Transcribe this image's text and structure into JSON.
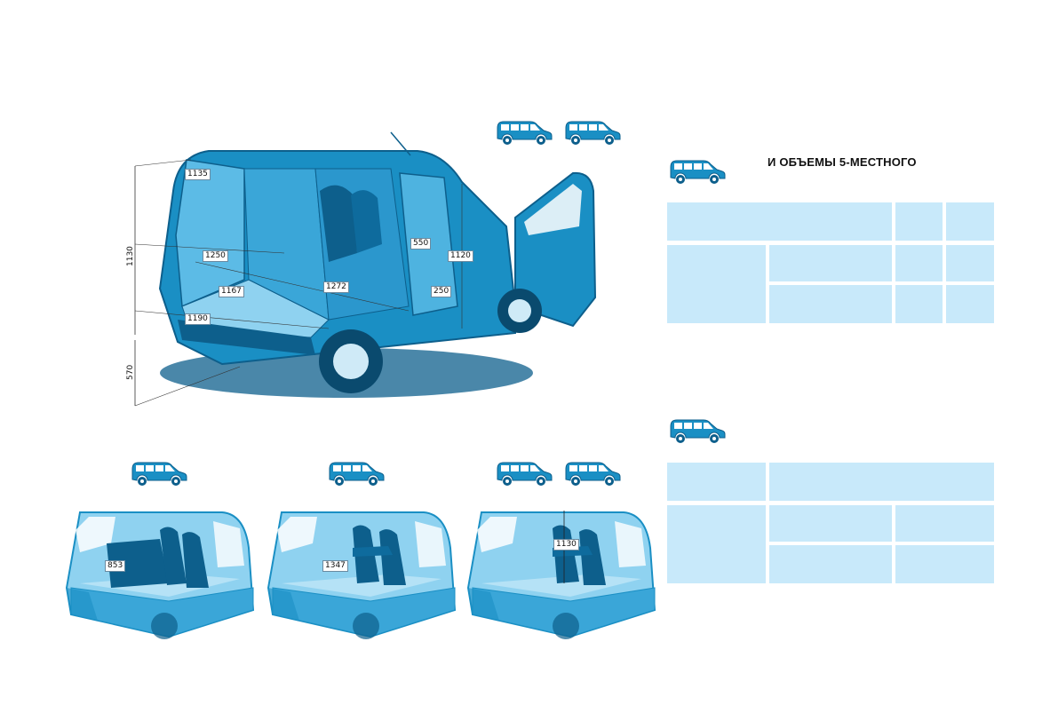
{
  "section1": {
    "title": "И ОБЪЕМЫ 5-МЕСТНОГО"
  },
  "main_figure": {
    "dimensions": {
      "roof_width": "1135",
      "floor_length_mid": "1250",
      "load_floor_length": "1167",
      "cabin_length": "1272",
      "sill_width": "1190",
      "door_opening_width": "550",
      "door_opening_height": "1120",
      "side_step_height": "250",
      "load_height": "1130",
      "sill_height": "570"
    }
  },
  "bottom_figures": [
    {
      "dimension": "853"
    },
    {
      "dimension": "1347"
    },
    {
      "dimension": "1130"
    }
  ],
  "colors": {
    "car_blue": "#1a8fc4",
    "car_dark": "#0d5f8c",
    "table_cell": "#c8e9fa"
  },
  "icons": [
    "van-icon"
  ]
}
